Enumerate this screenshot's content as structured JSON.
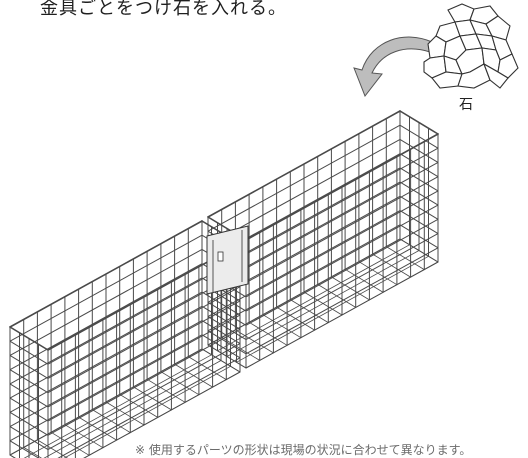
{
  "heading": "金具ごとをつけ石を入れる。",
  "stone_label": "石",
  "footer_note": "※ 使用するパーツの形状は現場の状況に合わせて異なります。",
  "colors": {
    "wire": "#4a4a4a",
    "arrow_fill": "#bdbdbd",
    "plate": "#ececec"
  },
  "icons": {
    "arrow": "curved-arrow-icon",
    "stones": "stone-pile-icon"
  }
}
